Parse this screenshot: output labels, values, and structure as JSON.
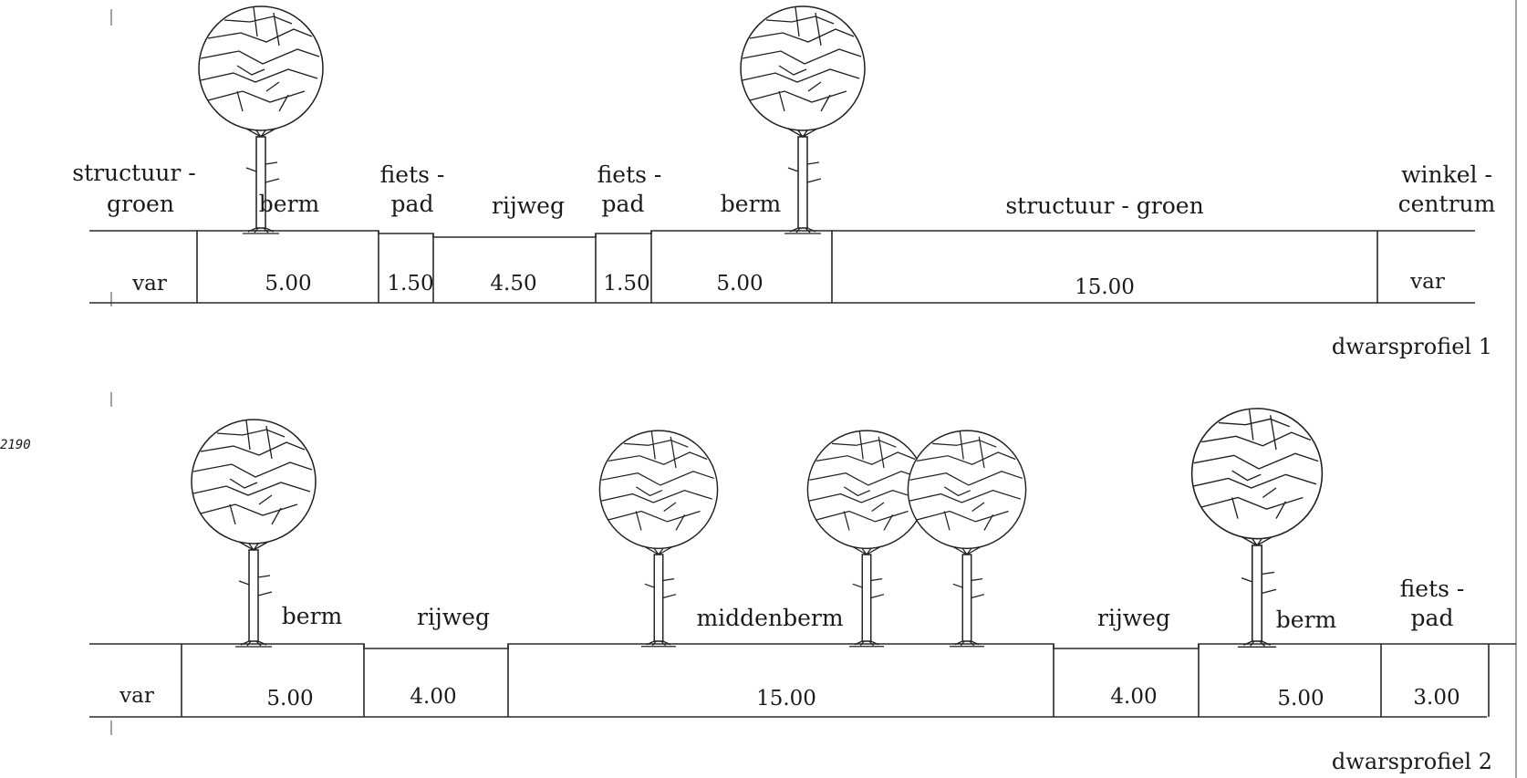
{
  "margin_note": "2190",
  "profiles": [
    {
      "title": "dwarsprofiel 1",
      "labels": [
        "structuur -",
        "groen",
        "berm",
        "fiets -",
        "pad",
        "rijweg",
        "fiets -",
        "pad",
        "berm",
        "structuur - groen",
        "winkel -",
        "centrum"
      ],
      "dimensions": [
        "var",
        "5.00",
        "1.50",
        "4.50",
        "1.50",
        "5.00",
        "15.00",
        "var"
      ]
    },
    {
      "title": "dwarsprofiel 2",
      "labels": [
        "berm",
        "rijweg",
        "middenberm",
        "rijweg",
        "berm",
        "fiets -",
        "pad"
      ],
      "dimensions": [
        "var",
        "5.00",
        "4.00",
        "15.00",
        "4.00",
        "5.00",
        "3.00"
      ]
    }
  ],
  "colors": {
    "ink": "#1a1a1a",
    "paper": "#ffffff"
  }
}
